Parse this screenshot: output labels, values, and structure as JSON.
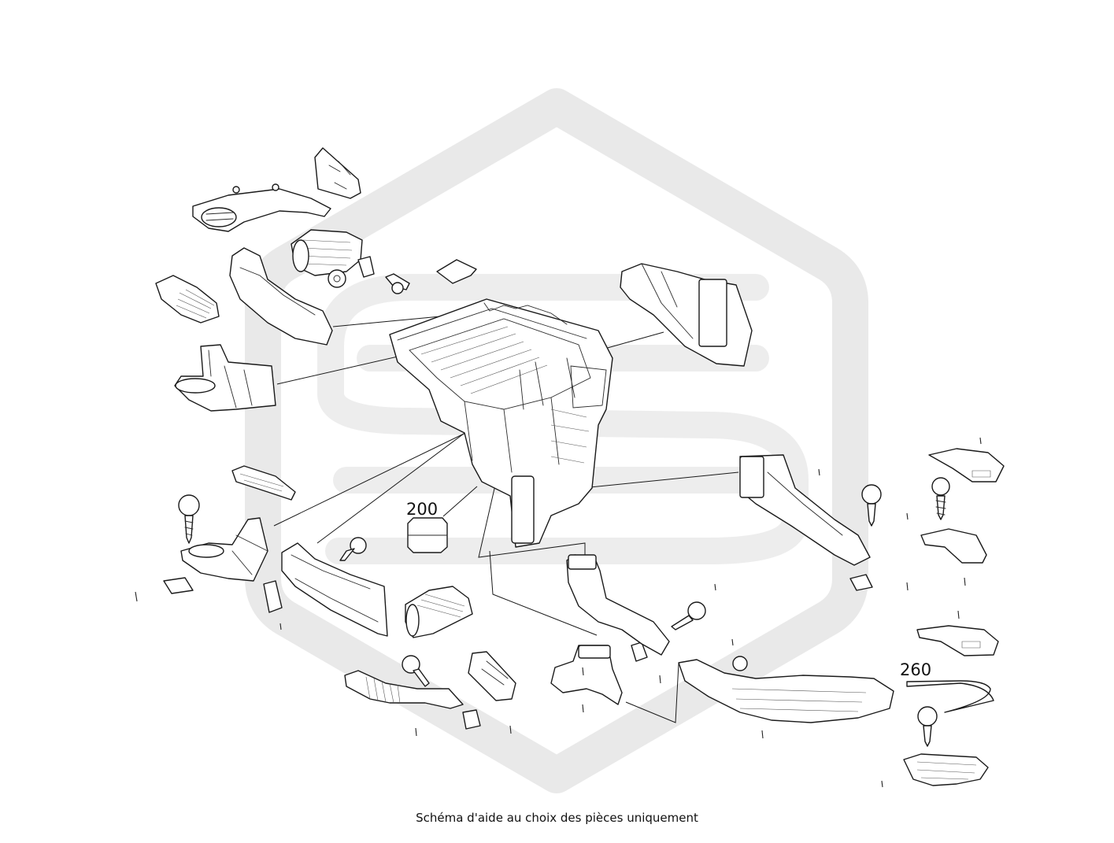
{
  "caption": "Schéma d'aide au choix des pièces uniquement",
  "labels": {
    "part_200": "200",
    "part_260": "260"
  },
  "colors": {
    "line": "#1a1a1a",
    "watermark": "#e9e9e9",
    "background": "#ffffff"
  }
}
